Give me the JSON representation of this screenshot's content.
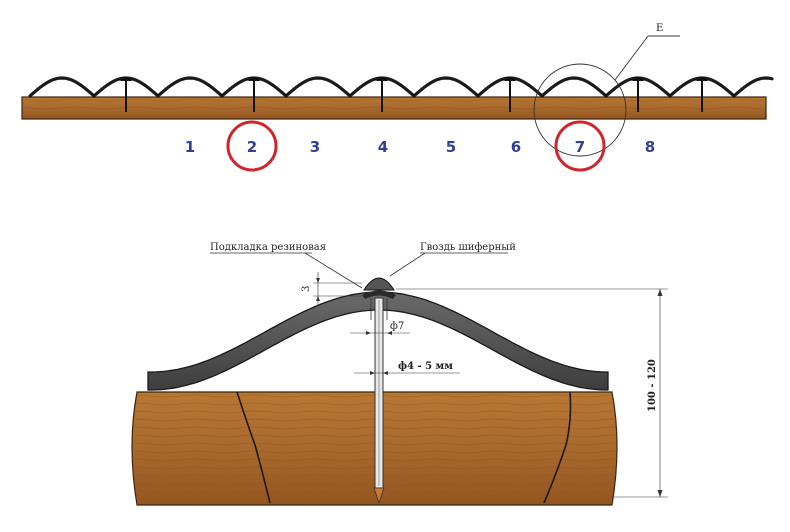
{
  "top": {
    "detail_label": "Е",
    "numbers": [
      "1",
      "2",
      "3",
      "4",
      "5",
      "6",
      "7",
      "8"
    ],
    "highlighted": [
      "2",
      "7"
    ],
    "highlight_color": "#d0262b",
    "number_color": "#2e3f9a"
  },
  "detail": {
    "gasket_label": "Подкладка резиновая",
    "nail_label": "Гвоздь шиферный",
    "dim_gap": "3",
    "dim_hole": "ф7",
    "dim_nail": "ф4 - 5 мм",
    "dim_height": "100 - 120"
  },
  "colors": {
    "wood": "#a8692e",
    "wood_dark": "#7a4718",
    "slate": "#4a4a4a"
  }
}
